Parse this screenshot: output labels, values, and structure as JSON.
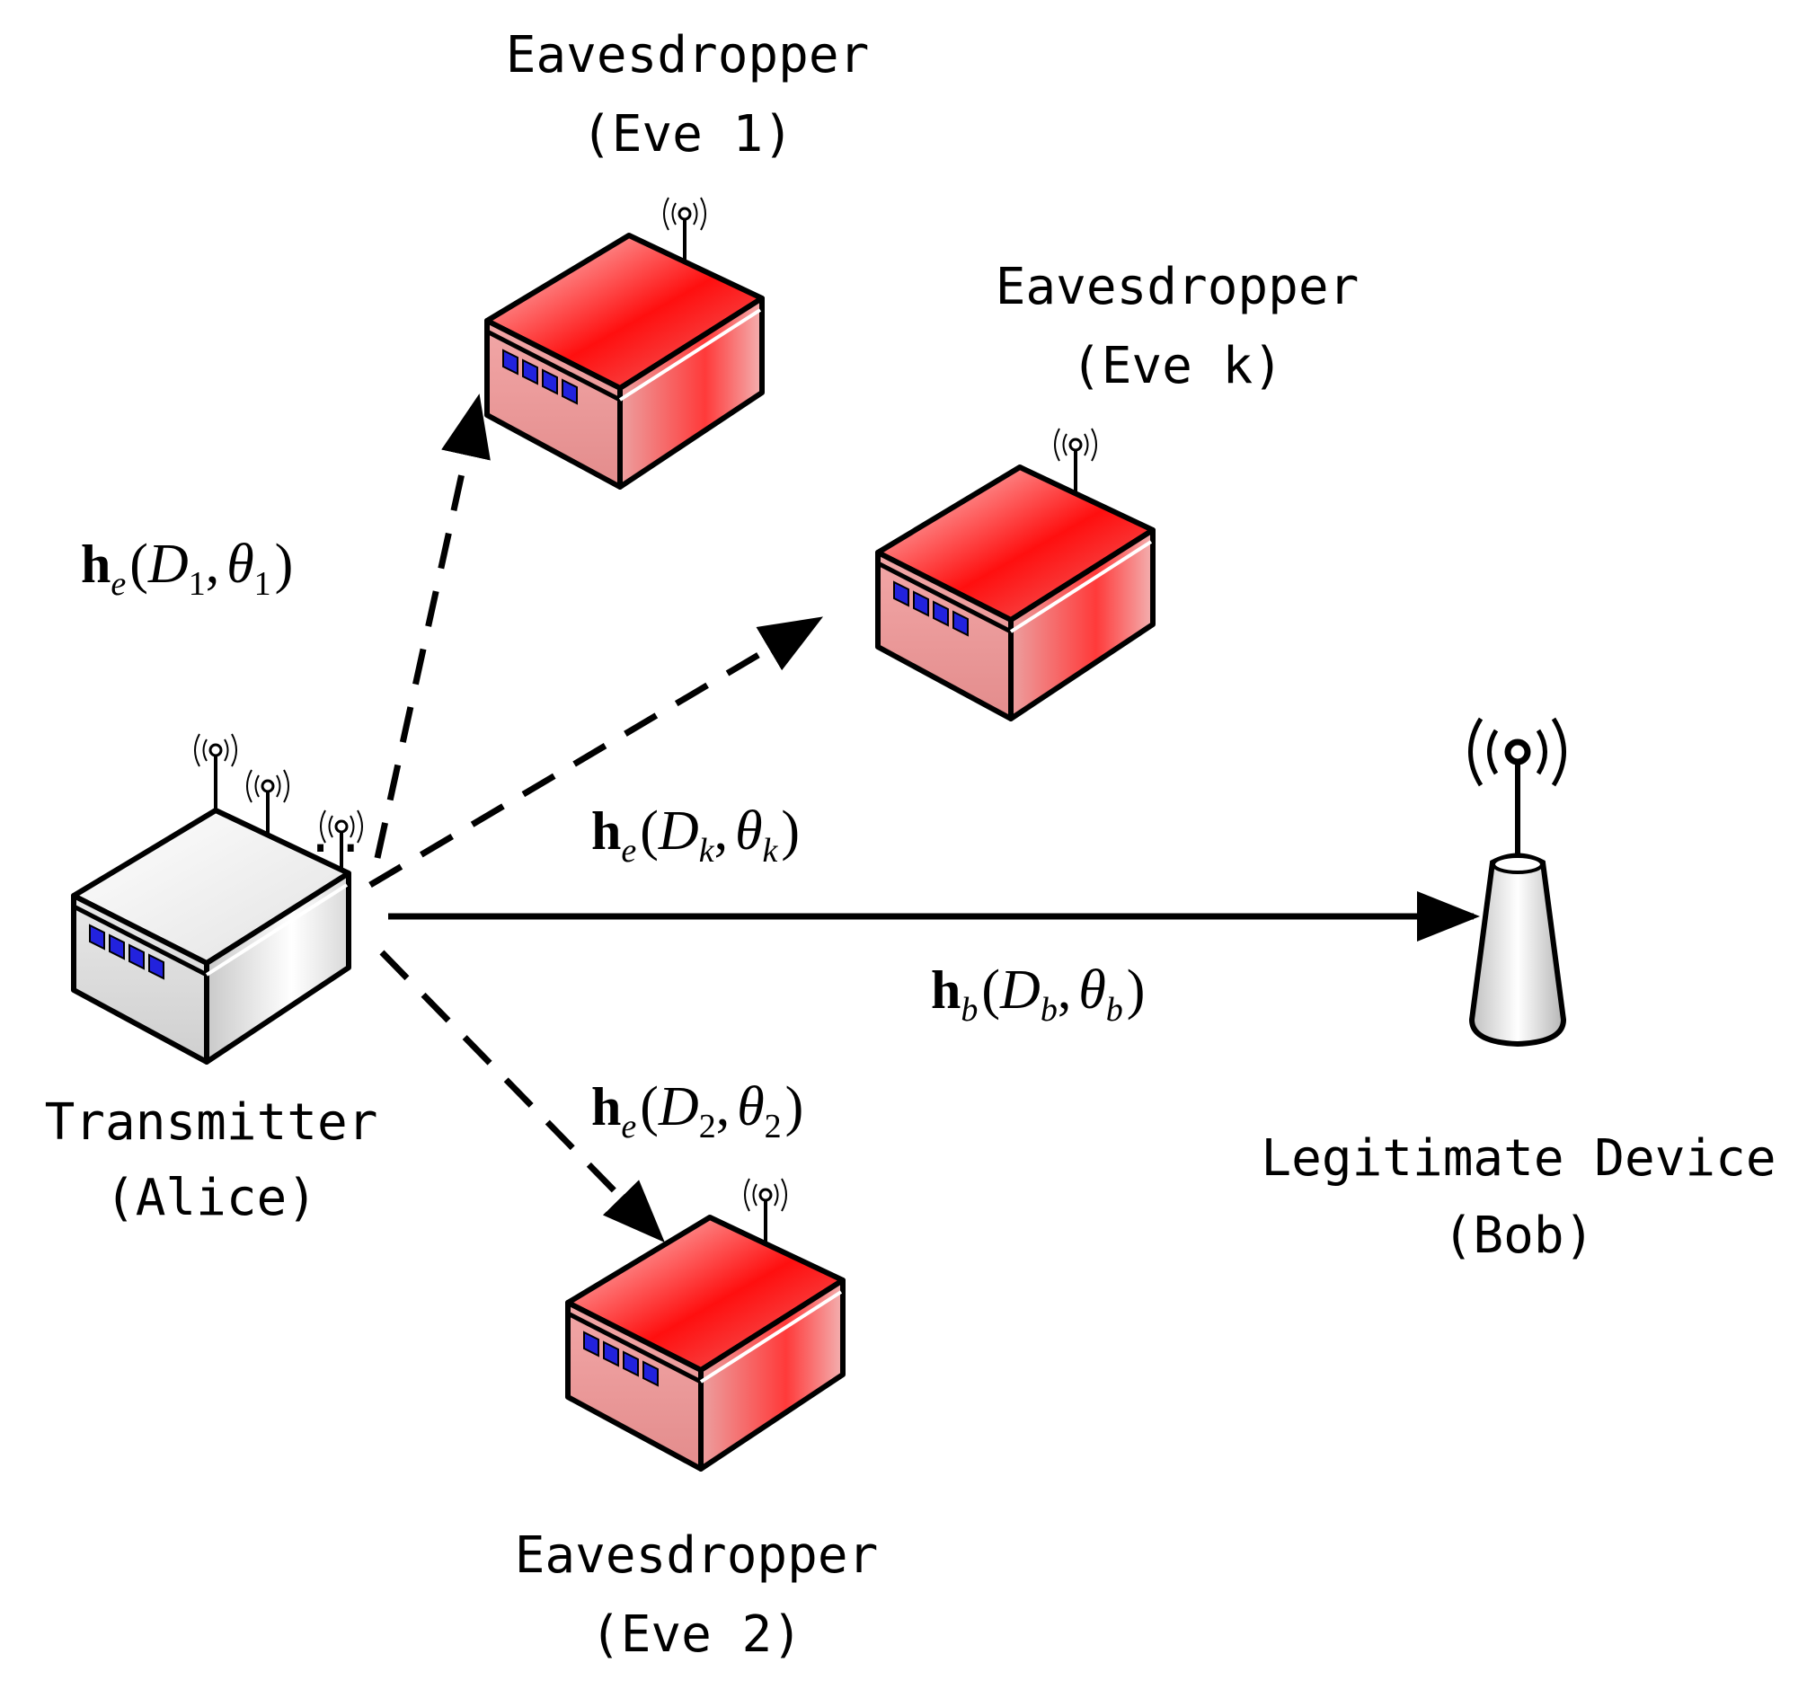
{
  "nodes": {
    "alice": {
      "label_line1": "Transmitter",
      "label_line2": "(Alice)"
    },
    "bob": {
      "label_line1": "Legitimate Device",
      "label_line2": "(Bob)"
    },
    "eve1": {
      "label_line1": "Eavesdropper",
      "label_line2": "(Eve 1)"
    },
    "evek": {
      "label_line1": "Eavesdropper",
      "label_line2": "(Eve k)"
    },
    "eve2": {
      "label_line1": "Eavesdropper",
      "label_line2": "(Eve 2)"
    }
  },
  "antenna_ellipsis": "...",
  "channels": {
    "eve1": {
      "h": "h",
      "h_sub": "e",
      "open": "(",
      "d": "D",
      "d_sub": "1",
      "comma": ",",
      "theta": "θ",
      "theta_sub": "1",
      "close": ")"
    },
    "evek": {
      "h": "h",
      "h_sub": "e",
      "open": "(",
      "d": "D",
      "d_sub": "k",
      "comma": ",",
      "theta": "θ",
      "theta_sub": "k",
      "close": ")"
    },
    "bob": {
      "h": "h",
      "h_sub": "b",
      "open": "(",
      "d": "D",
      "d_sub": "b",
      "comma": ",",
      "theta": "θ",
      "theta_sub": "b",
      "close": ")"
    },
    "eve2": {
      "h": "h",
      "h_sub": "e",
      "open": "(",
      "d": "D",
      "d_sub": "2",
      "comma": ",",
      "theta": "θ",
      "theta_sub": "2",
      "close": ")"
    }
  },
  "colors": {
    "eavesdropper_fill": "#ff1a1a",
    "transmitter_fill": "#e6e6e6",
    "port_blue": "#2222dd",
    "line": "#000000"
  }
}
